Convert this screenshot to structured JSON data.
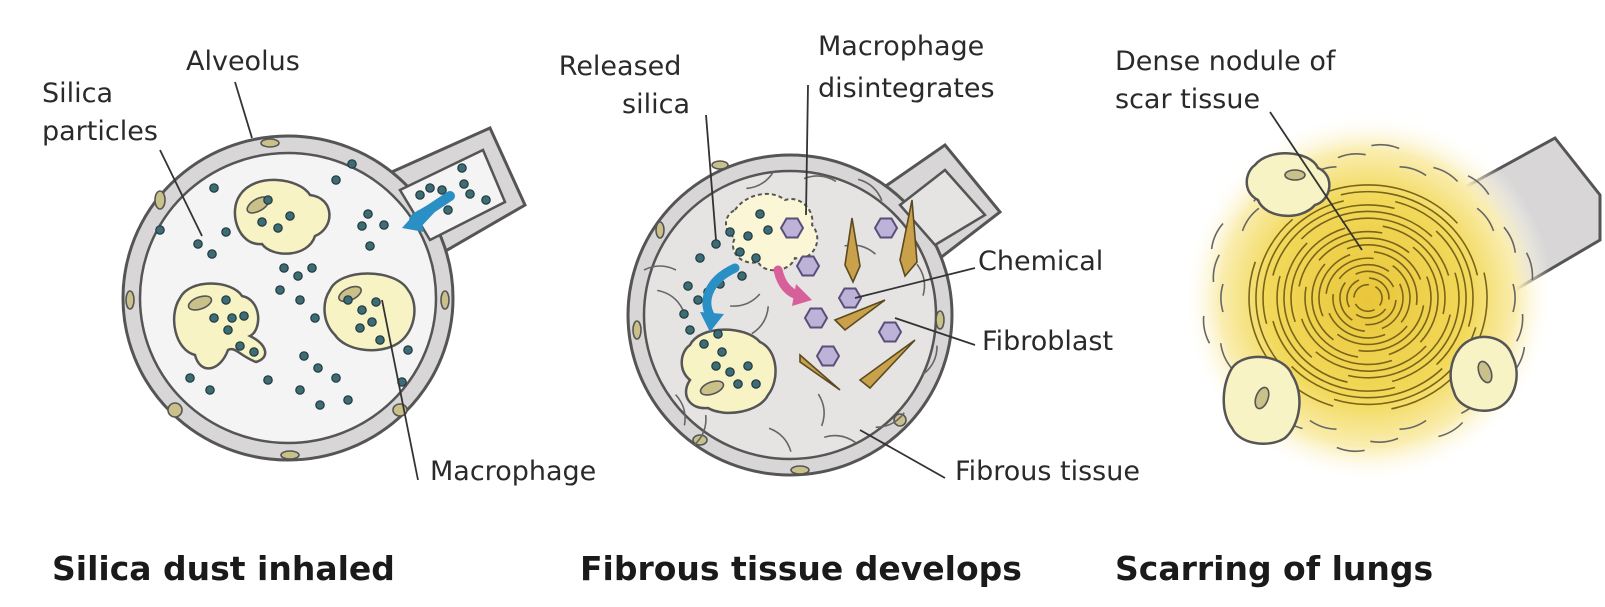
{
  "panels": [
    {
      "caption": "Silica dust inhaled",
      "labels": {
        "silica_particles": [
          "Silica",
          "particles"
        ],
        "alveolus": "Alveolus",
        "macrophage": "Macrophage"
      }
    },
    {
      "caption": "Fibrous tissue develops",
      "labels": {
        "released_silica": [
          "Released",
          "silica"
        ],
        "macrophage_disintegrates": [
          "Macrophage",
          "disintegrates"
        ],
        "chemical": "Chemical",
        "fibroblast": "Fibroblast",
        "fibrous_tissue": "Fibrous tissue"
      }
    },
    {
      "caption": "Scarring of lungs",
      "labels": {
        "dense_nodule": [
          "Dense nodule of",
          "scar tissue"
        ]
      }
    }
  ],
  "colors": {
    "arrow_inhale": "#2a8fc4",
    "arrow_chemical": "#d8609a",
    "macrophage_fill": "#f8f3c4",
    "nodule_core": "#f0d24a",
    "chemical_hexagon": "#bdb2d8"
  }
}
